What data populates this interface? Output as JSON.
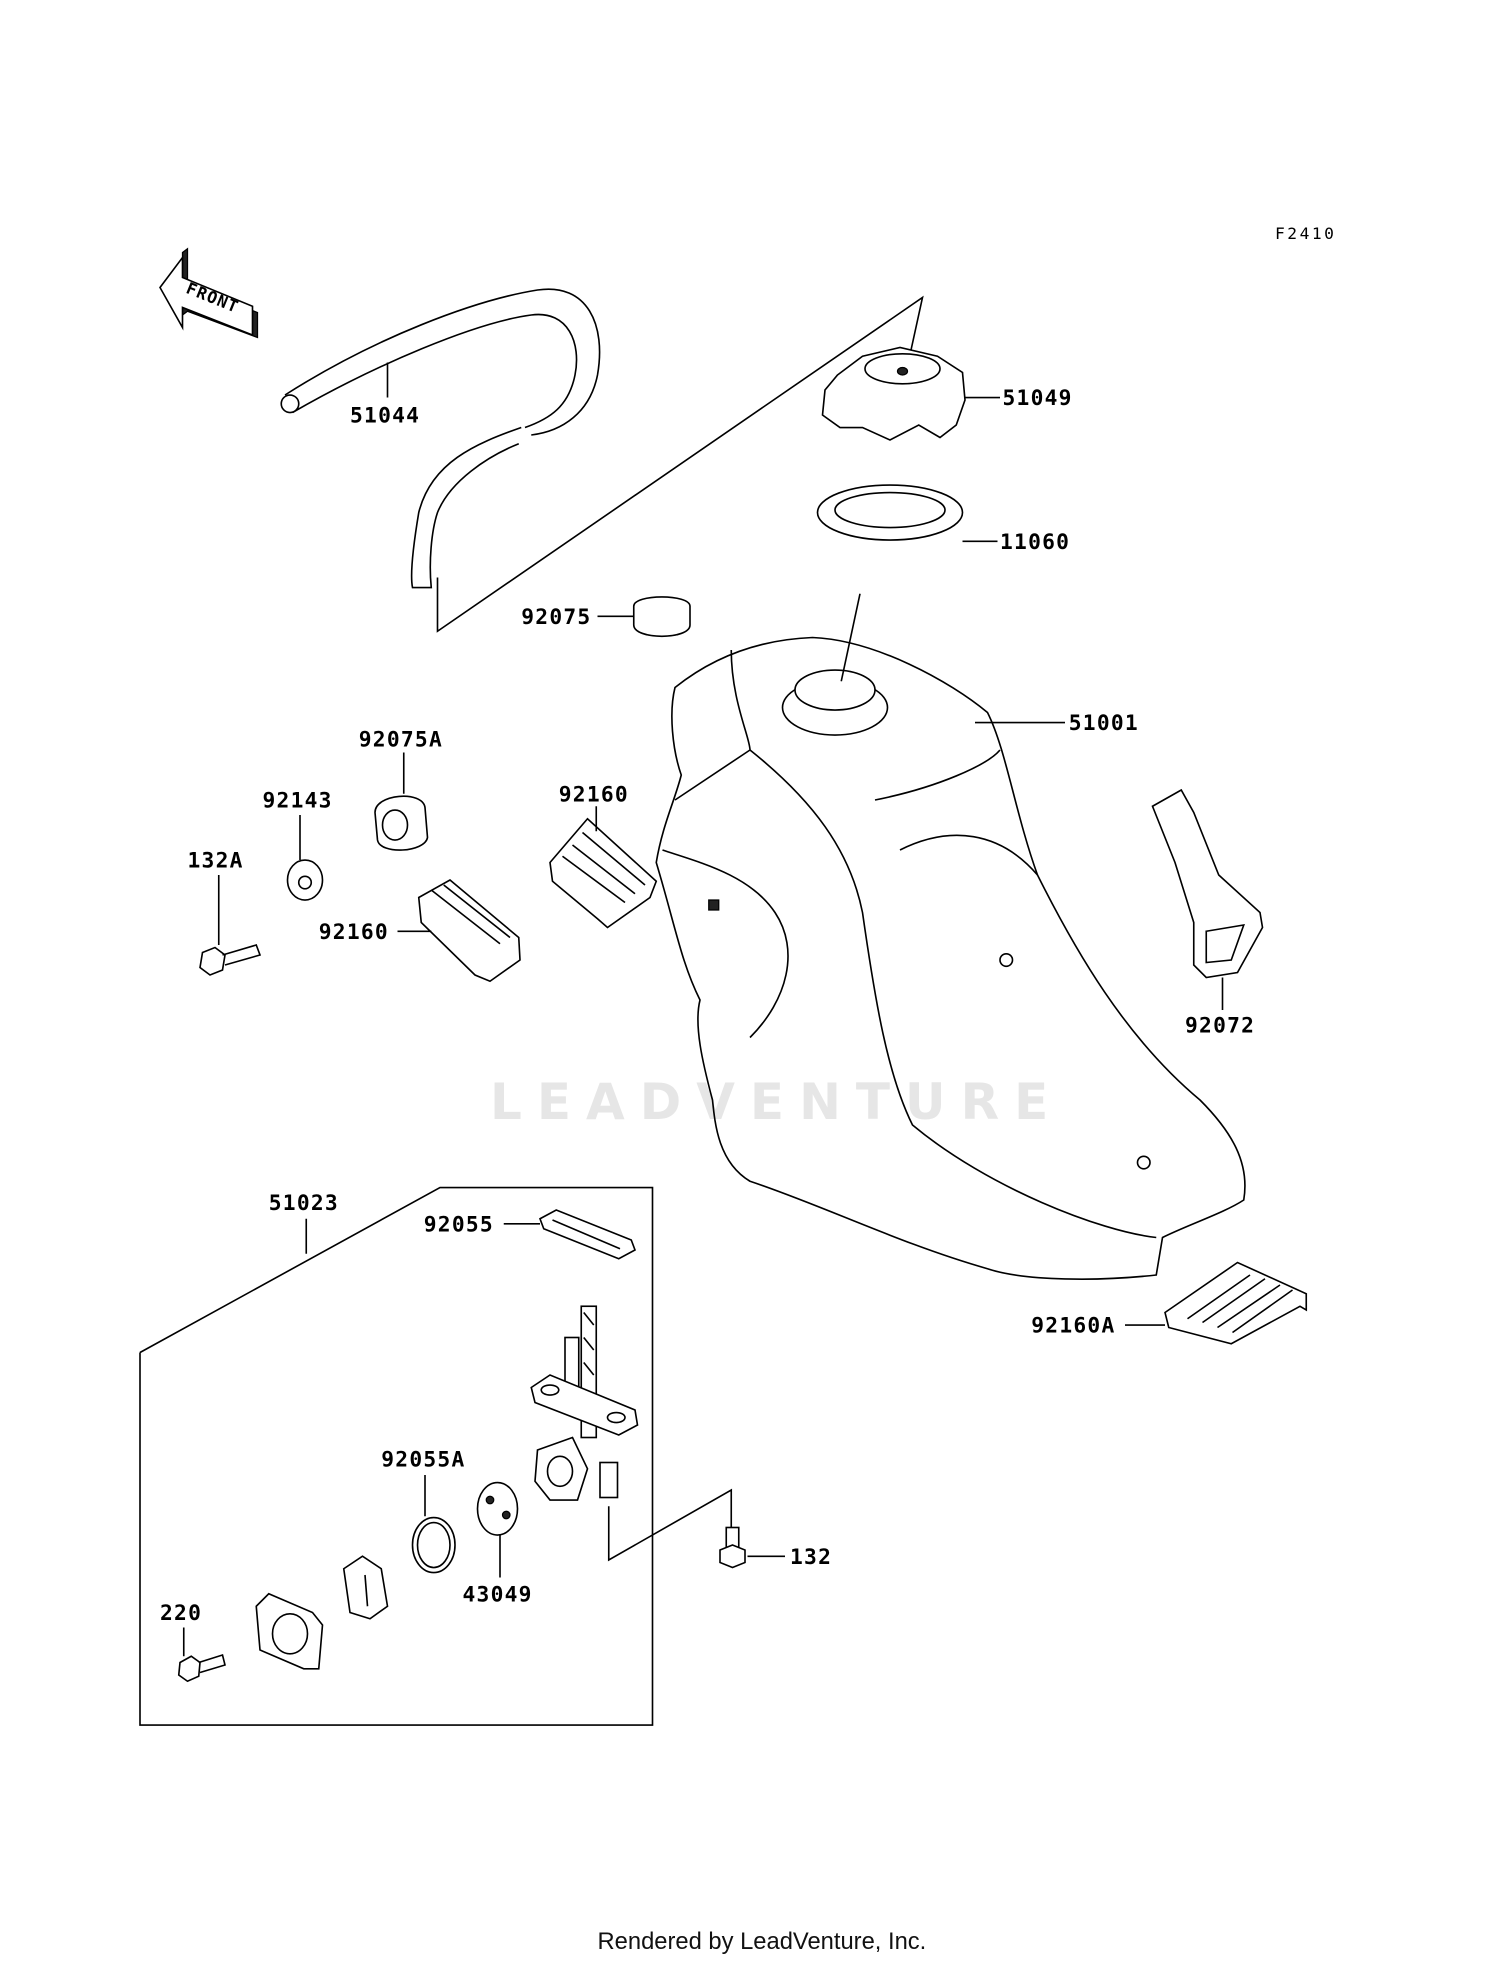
{
  "diagram_code": "F2410",
  "orientation_label": "FRONT",
  "watermark": "LEADVENTURE",
  "footer": "Rendered by LeadVenture, Inc.",
  "callouts": {
    "hose": "51044",
    "cap": "51049",
    "gasket_cap": "11060",
    "plug": "92075",
    "tank": "51001",
    "damper_a": "92075A",
    "collar": "92143",
    "damper_upper": "92160",
    "bolt_a": "132A",
    "damper_lower": "92160",
    "band": "92072",
    "fuel_cock_assy": "51023",
    "gasket_cock": "92055",
    "damper_rear": "92160A",
    "o_ring": "92055A",
    "bolt": "132",
    "packing": "43049",
    "screw": "220"
  }
}
